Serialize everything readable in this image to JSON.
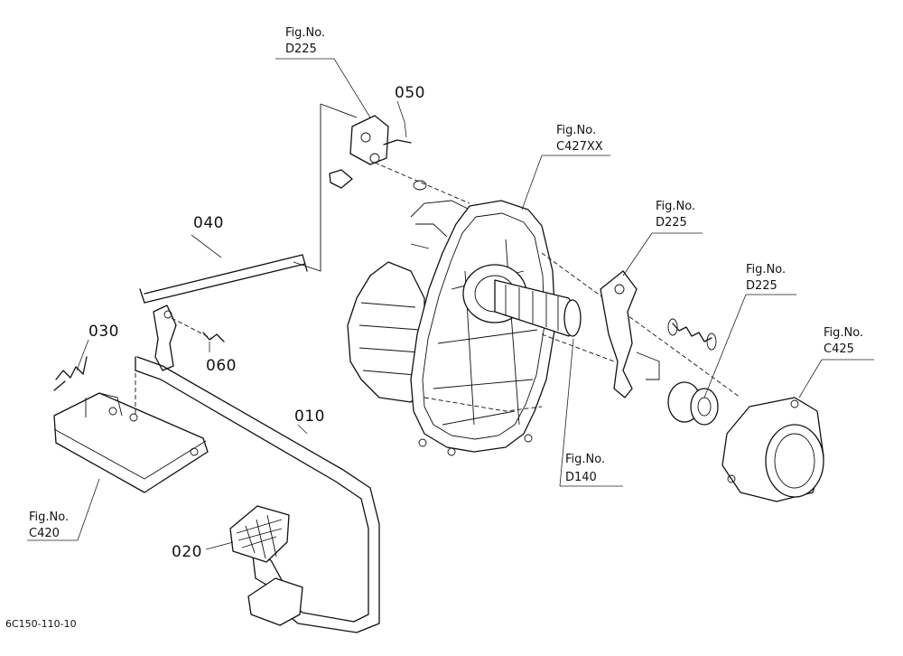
{
  "callouts": [
    {
      "id": "fig-d225-top",
      "line1": "Fig.No.",
      "line2": "D225"
    },
    {
      "id": "fig-c427xx",
      "line1": "Fig.No.",
      "line2": "C427XX"
    },
    {
      "id": "fig-d225-mid",
      "line1": "Fig.No.",
      "line2": "D225"
    },
    {
      "id": "fig-d225-right",
      "line1": "Fig.No.",
      "line2": "D225"
    },
    {
      "id": "fig-c425",
      "line1": "Fig.No.",
      "line2": "C425"
    },
    {
      "id": "fig-d140",
      "line1": "Fig.No.",
      "line2": "D140"
    },
    {
      "id": "fig-c420",
      "line1": "Fig.No.",
      "line2": "C420"
    }
  ],
  "parts": {
    "p010": "010",
    "p020": "020",
    "p030": "030",
    "p040": "040",
    "p050": "050",
    "p060": "060"
  },
  "footer": {
    "code": "6C150-110-10"
  }
}
